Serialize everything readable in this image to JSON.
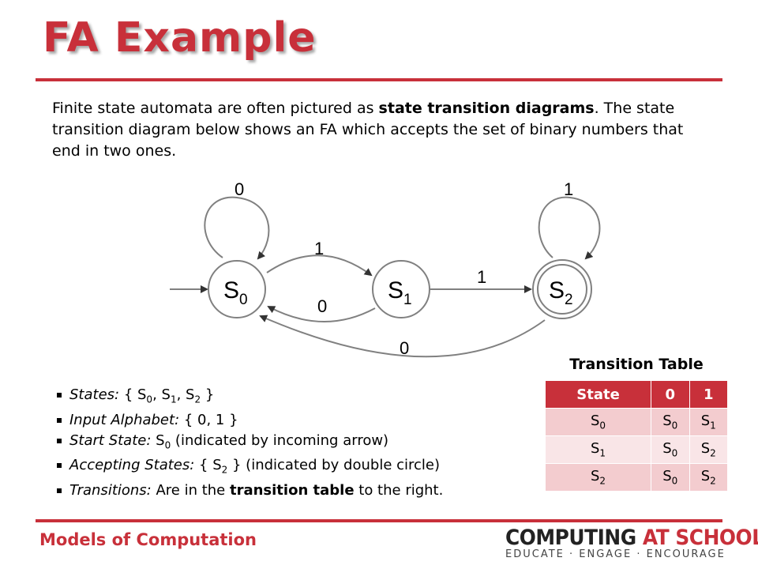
{
  "title": "FA Example",
  "intro": {
    "part1": "Finite state automata are often pictured as ",
    "bold": "state transition diagrams",
    "part2": ". The state transition diagram below shows an FA which accepts the set of binary numbers that end in two ones."
  },
  "diagram": {
    "states": [
      {
        "prefix": "S",
        "sub": "0"
      },
      {
        "prefix": "S",
        "sub": "1"
      },
      {
        "prefix": "S",
        "sub": "2"
      }
    ],
    "edges": {
      "s0_self": "0",
      "s0_s1": "1",
      "s1_s0": "0",
      "s1_s2": "1",
      "s2_s0": "0",
      "s2_self": "1"
    },
    "colors": {
      "stroke": "#808080",
      "text": "#000000"
    }
  },
  "bullets": {
    "states": {
      "label": "States:",
      "open": " { S",
      "s0": "0",
      "c1": ", S",
      "s1": "1",
      "c2": ", S",
      "s2": "2",
      "close": " }"
    },
    "alphabet": {
      "label": "Input Alphabet:",
      "text": " { 0, 1 }"
    },
    "start": {
      "label": "Start State:",
      "pre": " S",
      "sub": "0",
      "post": " (indicated by incoming arrow)"
    },
    "accepting": {
      "label": "Accepting States:",
      "pre": " { S",
      "sub": "2",
      "post": " } (indicated by double circle)"
    },
    "transitions": {
      "label": "Transitions:",
      "pre": " Are in the ",
      "bold": "transition table",
      "post": " to the right."
    }
  },
  "transition_table": {
    "caption": "Transition Table",
    "headers": [
      "State",
      "0",
      "1"
    ],
    "rows": [
      [
        {
          "p": "S",
          "s": "0"
        },
        {
          "p": "S",
          "s": "0"
        },
        {
          "p": "S",
          "s": "1"
        }
      ],
      [
        {
          "p": "S",
          "s": "1"
        },
        {
          "p": "S",
          "s": "0"
        },
        {
          "p": "S",
          "s": "2"
        }
      ],
      [
        {
          "p": "S",
          "s": "2"
        },
        {
          "p": "S",
          "s": "0"
        },
        {
          "p": "S",
          "s": "2"
        }
      ]
    ]
  },
  "footer": {
    "left": "Models of Computation",
    "logo_part1": "COMPUTING ",
    "logo_part2": "AT SCHOOL",
    "logo_sub": "EDUCATE · ENGAGE · ENCOURAGE"
  },
  "theme": {
    "accent": "#c8303a"
  }
}
